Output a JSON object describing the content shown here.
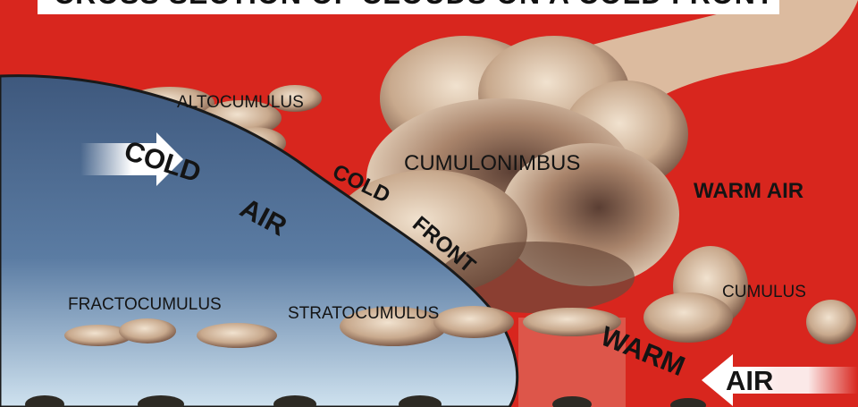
{
  "diagram": {
    "title": "CROSS SECTION OF CLOUDS ON A COLD FRONT",
    "labels": {
      "altocumulus": "ALTOCUMULUS",
      "cold_air_1": "COLD",
      "cold_air_2": "AIR",
      "cold_front_1": "COLD",
      "cold_front_2": "FRONT",
      "cumulonimbus": "CUMULONIMBUS",
      "warm_air_top": "WARM AIR",
      "cumulus": "CUMULUS",
      "fractocumulus": "FRACTOCUMULUS",
      "stratocumulus": "STRATOCUMULUS",
      "warm_air_bottom_1": "WARM",
      "warm_air_bottom_2": "AIR"
    },
    "colors": {
      "background": "#d8261e",
      "cold_air_mass": "#4f6e93",
      "cloud": "#e2cdb4",
      "cloud_shadow": "#6b4a3a"
    }
  }
}
